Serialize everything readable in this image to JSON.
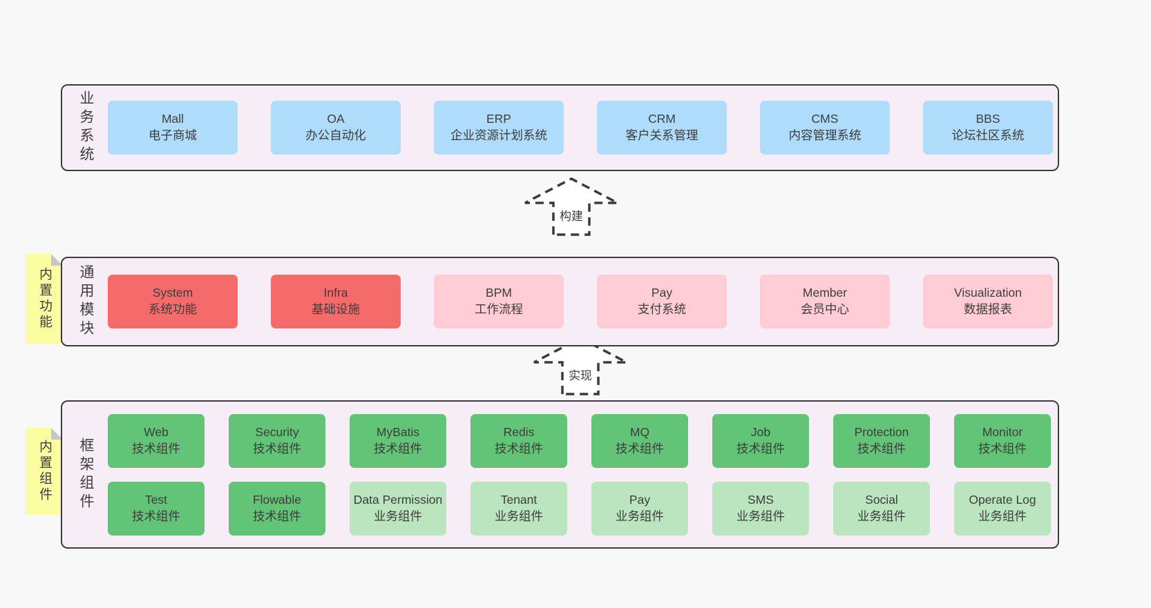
{
  "colors": {
    "page_bg": "#f8f8f8",
    "panel_bg": "#f7edf6",
    "panel_border": "#3c3c3c",
    "blue": "#aedcfa",
    "red": "#f56b6b",
    "pink": "#ffccd6",
    "green_dark": "#63c377",
    "green_light": "#bae5be",
    "note_bg": "#fcfca3",
    "note_fold": "#c7c7c7",
    "text": "#3d3d3d"
  },
  "arrows": [
    {
      "label": "构建"
    },
    {
      "label": "实现"
    }
  ],
  "sections": [
    {
      "id": "business-systems",
      "label": "业务系统",
      "note": "",
      "rows": [
        [
          {
            "name": "Mall",
            "desc": "电子商城",
            "variant": "blue"
          },
          {
            "name": "OA",
            "desc": "办公自动化",
            "variant": "blue"
          },
          {
            "name": "ERP",
            "desc": "企业资源计划系统",
            "variant": "blue"
          },
          {
            "name": "CRM",
            "desc": "客户关系管理",
            "variant": "blue"
          },
          {
            "name": "CMS",
            "desc": "内容管理系统",
            "variant": "blue"
          },
          {
            "name": "BBS",
            "desc": "论坛社区系统",
            "variant": "blue"
          }
        ]
      ]
    },
    {
      "id": "common-modules",
      "label": "通用模块",
      "note": "内置功能",
      "rows": [
        [
          {
            "name": "System",
            "desc": "系统功能",
            "variant": "red"
          },
          {
            "name": "Infra",
            "desc": "基础设施",
            "variant": "red"
          },
          {
            "name": "BPM",
            "desc": "工作流程",
            "variant": "pink"
          },
          {
            "name": "Pay",
            "desc": "支付系统",
            "variant": "pink"
          },
          {
            "name": "Member",
            "desc": "会员中心",
            "variant": "pink"
          },
          {
            "name": "Visualization",
            "desc": "数据报表",
            "variant": "pink"
          }
        ]
      ]
    },
    {
      "id": "framework-components",
      "label": "框架组件",
      "note": "内置组件",
      "rows": [
        [
          {
            "name": "Web",
            "desc": "技术组件",
            "variant": "green"
          },
          {
            "name": "Security",
            "desc": "技术组件",
            "variant": "green"
          },
          {
            "name": "MyBatis",
            "desc": "技术组件",
            "variant": "green"
          },
          {
            "name": "Redis",
            "desc": "技术组件",
            "variant": "green"
          },
          {
            "name": "MQ",
            "desc": "技术组件",
            "variant": "green"
          },
          {
            "name": "Job",
            "desc": "技术组件",
            "variant": "green"
          },
          {
            "name": "Protection",
            "desc": "技术组件",
            "variant": "green"
          },
          {
            "name": "Monitor",
            "desc": "技术组件",
            "variant": "green"
          }
        ],
        [
          {
            "name": "Test",
            "desc": "技术组件",
            "variant": "green"
          },
          {
            "name": "Flowable",
            "desc": "技术组件",
            "variant": "green"
          },
          {
            "name": "Data Permission",
            "desc": "业务组件",
            "variant": "green-light"
          },
          {
            "name": "Tenant",
            "desc": "业务组件",
            "variant": "green-light"
          },
          {
            "name": "Pay",
            "desc": "业务组件",
            "variant": "green-light"
          },
          {
            "name": "SMS",
            "desc": "业务组件",
            "variant": "green-light"
          },
          {
            "name": "Social",
            "desc": "业务组件",
            "variant": "green-light"
          },
          {
            "name": "Operate Log",
            "desc": "业务组件",
            "variant": "green-light"
          }
        ]
      ]
    }
  ]
}
